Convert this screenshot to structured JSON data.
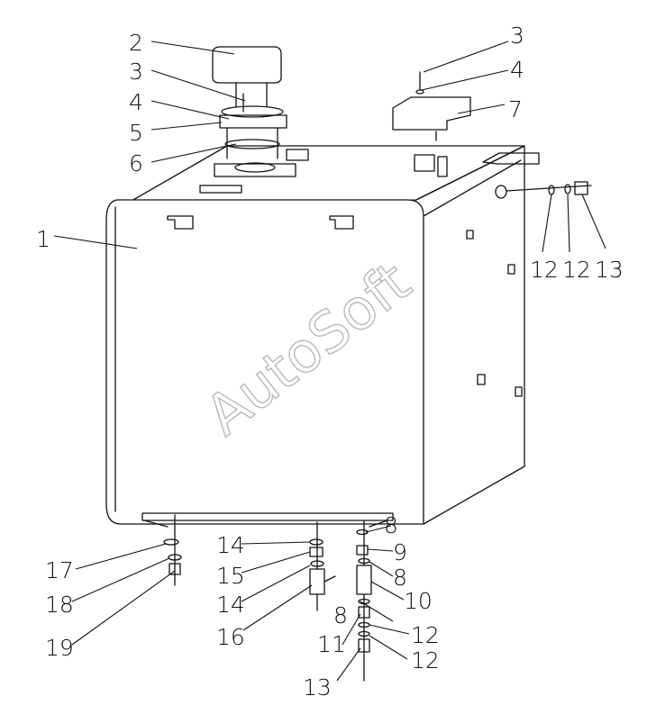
{
  "watermark": "AutoSoft",
  "callouts": [
    {
      "id": "c2",
      "label": "2"
    },
    {
      "id": "c3a",
      "label": "3"
    },
    {
      "id": "c4a",
      "label": "4"
    },
    {
      "id": "c5",
      "label": "5"
    },
    {
      "id": "c6",
      "label": "6"
    },
    {
      "id": "c3b",
      "label": "3"
    },
    {
      "id": "c4b",
      "label": "4"
    },
    {
      "id": "c7",
      "label": "7"
    },
    {
      "id": "c1",
      "label": "1"
    },
    {
      "id": "c12a",
      "label": "12"
    },
    {
      "id": "c12b",
      "label": "12"
    },
    {
      "id": "c13a",
      "label": "13"
    },
    {
      "id": "c17",
      "label": "17"
    },
    {
      "id": "c18",
      "label": "18"
    },
    {
      "id": "c19",
      "label": "19"
    },
    {
      "id": "c14a",
      "label": "14"
    },
    {
      "id": "c15",
      "label": "15"
    },
    {
      "id": "c14b",
      "label": "14"
    },
    {
      "id": "c16",
      "label": "16"
    },
    {
      "id": "c8a",
      "label": "8"
    },
    {
      "id": "c9",
      "label": "9"
    },
    {
      "id": "c8b",
      "label": "8"
    },
    {
      "id": "c10",
      "label": "10"
    },
    {
      "id": "c8c",
      "label": "8"
    },
    {
      "id": "c11",
      "label": "11"
    },
    {
      "id": "c12c",
      "label": "12"
    },
    {
      "id": "c12d",
      "label": "12"
    },
    {
      "id": "c13b",
      "label": "13"
    }
  ]
}
